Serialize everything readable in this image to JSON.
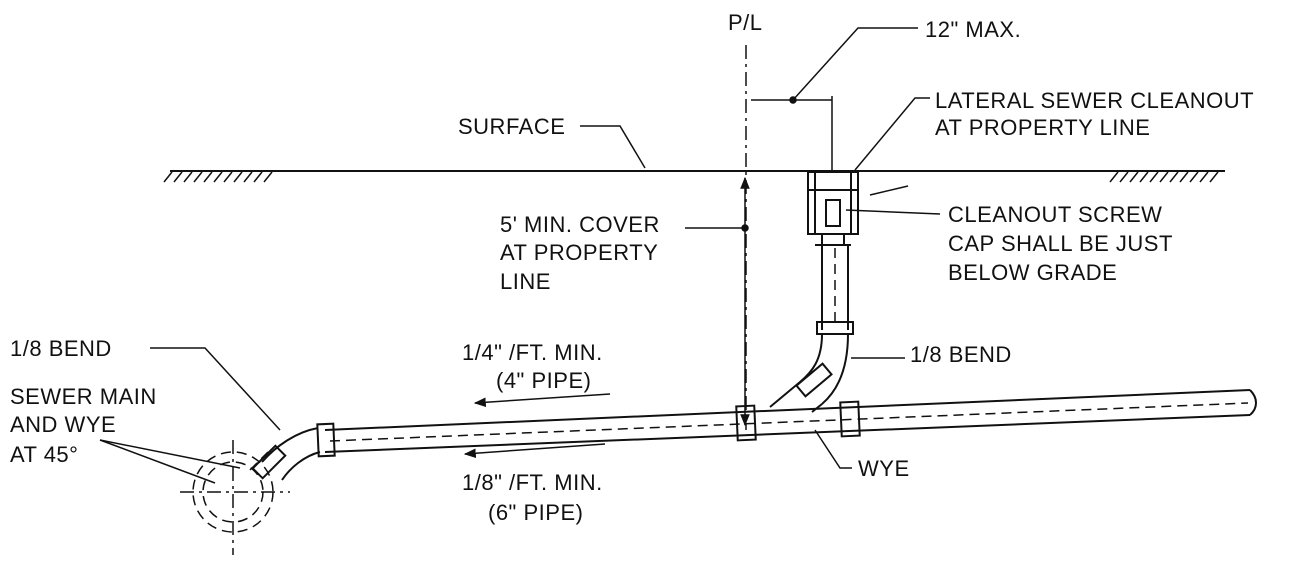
{
  "labels": {
    "property_line": "P/L",
    "max_offset": "12\" MAX.",
    "cleanout_line1": "LATERAL SEWER CLEANOUT",
    "cleanout_line2": "AT PROPERTY LINE",
    "surface": "SURFACE",
    "cover_line1": "5' MIN. COVER",
    "cover_line2": "AT PROPERTY",
    "cover_line3": "LINE",
    "screwcap_line1": "CLEANOUT SCREW",
    "screwcap_line2": "CAP SHALL BE JUST",
    "screwcap_line3": "BELOW GRADE",
    "bend_left": "1/8 BEND",
    "bend_right": "1/8 BEND",
    "slope4_line1": "1/4\" /FT. MIN.",
    "slope4_line2": "(4\" PIPE)",
    "main_line1": "SEWER MAIN",
    "main_line2": "AND WYE",
    "main_line3": "AT 45°",
    "slope6_line1": "1/8\" /FT. MIN.",
    "slope6_line2": "(6\" PIPE)",
    "wye": "WYE"
  }
}
